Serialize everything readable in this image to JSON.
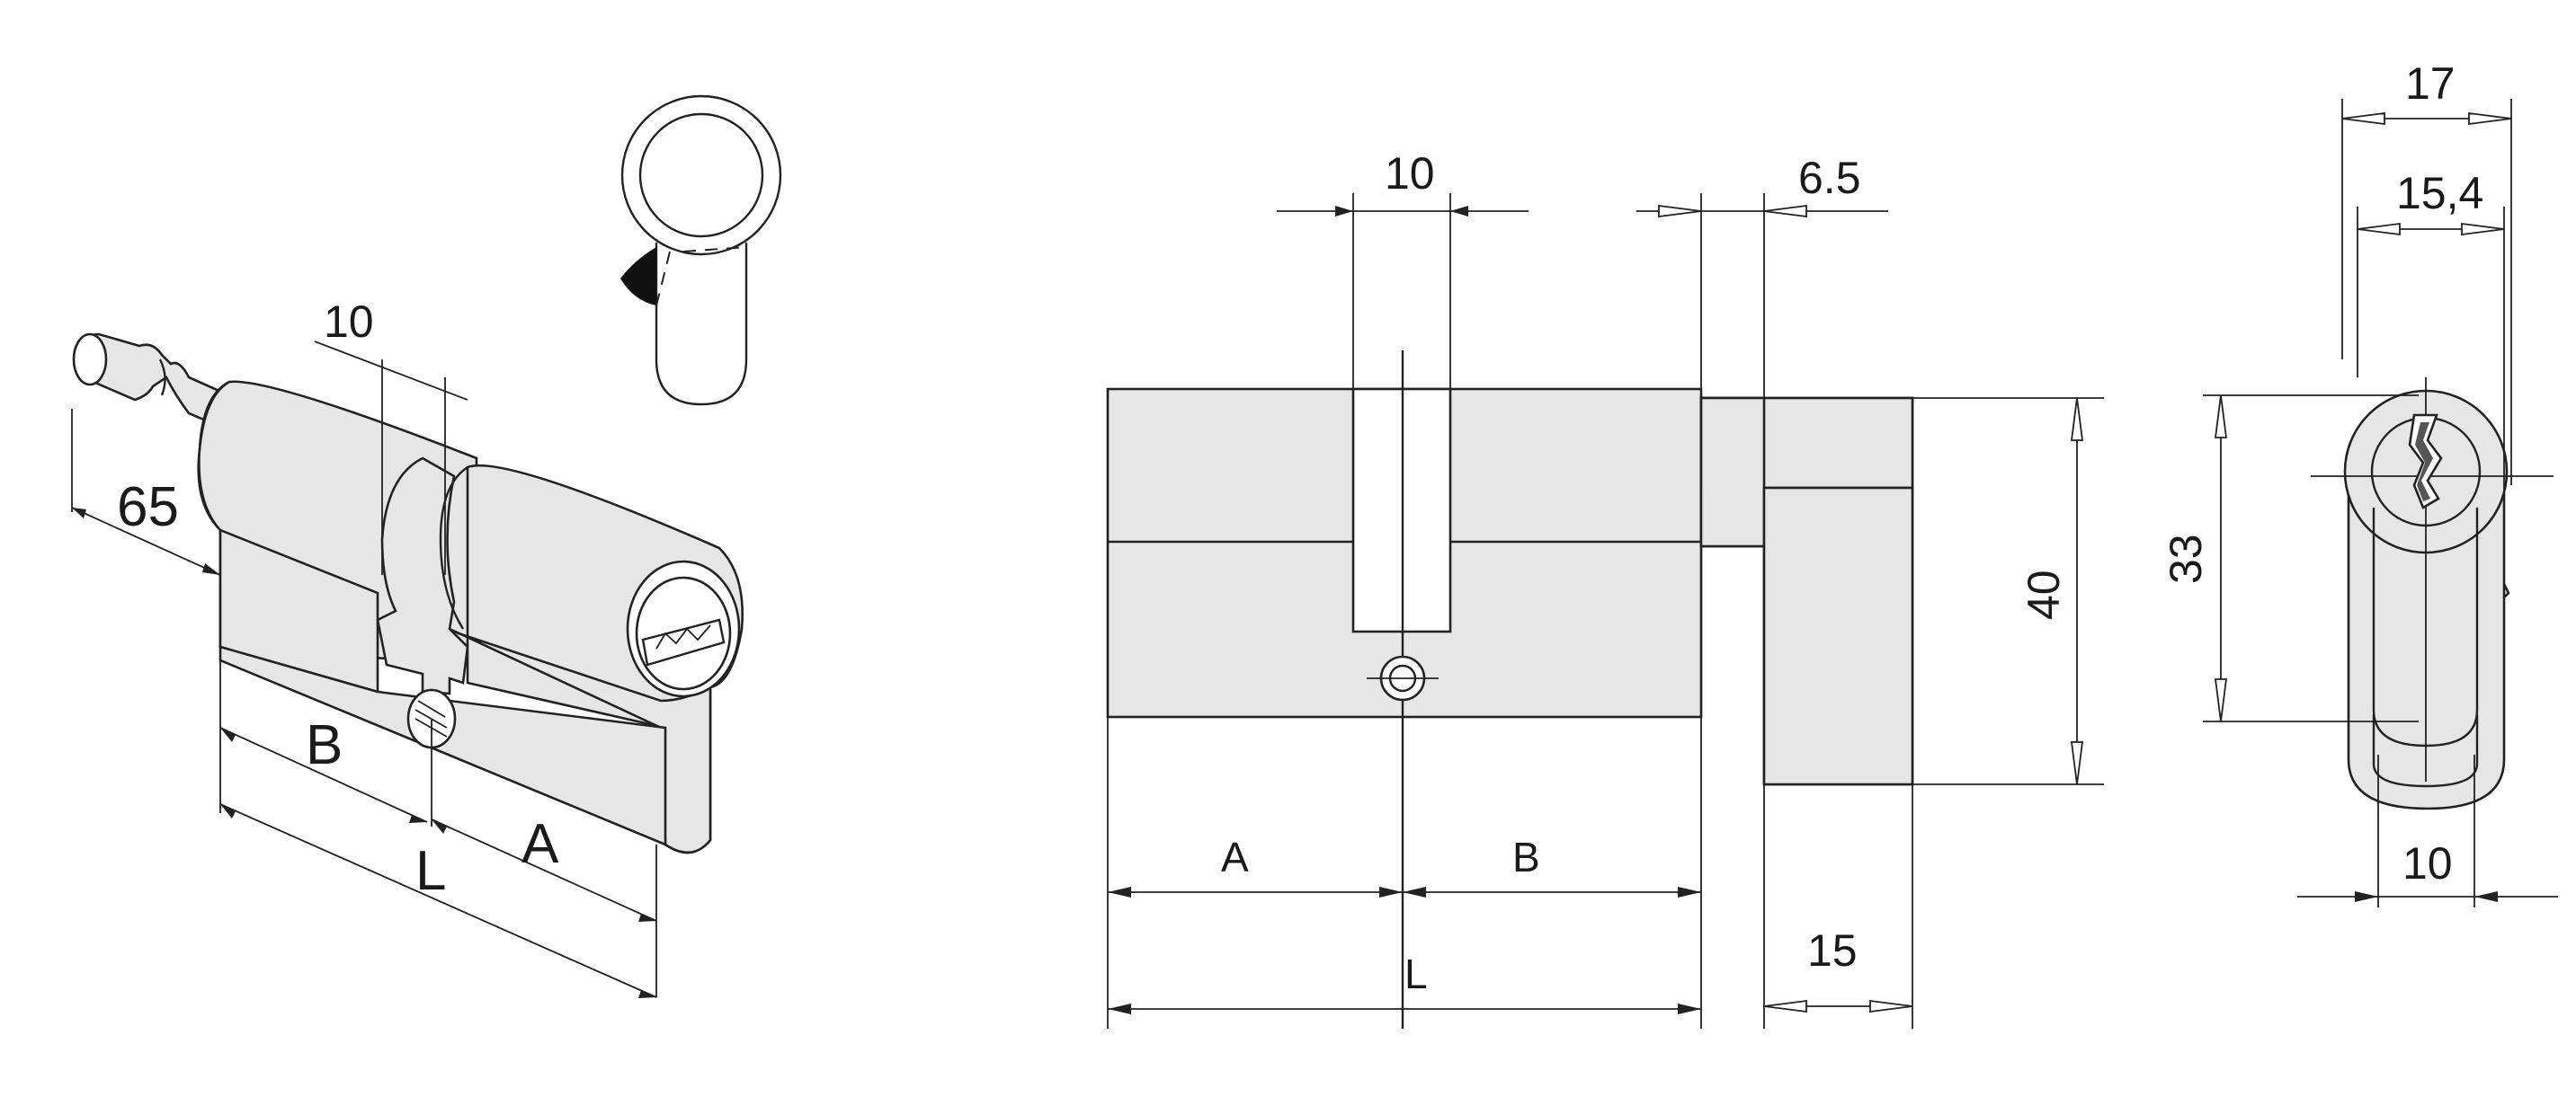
{
  "iso_view": {
    "dim_knob": "65",
    "dim_cam": "10",
    "label_b": "B",
    "label_l": "L",
    "label_a": "A"
  },
  "front_view": {
    "dim_cam_width": "10",
    "dim_gap": "6.5",
    "dim_height": "40",
    "dim_knob_width": "15",
    "label_a": "A",
    "label_b": "B",
    "label_l": "L"
  },
  "side_view": {
    "dim_outer_width": "17",
    "dim_inner_width": "15,4",
    "dim_head_height": "33",
    "dim_body_width": "10"
  },
  "colors": {
    "body_fill": "#e6e6e6",
    "line": "#222222"
  }
}
